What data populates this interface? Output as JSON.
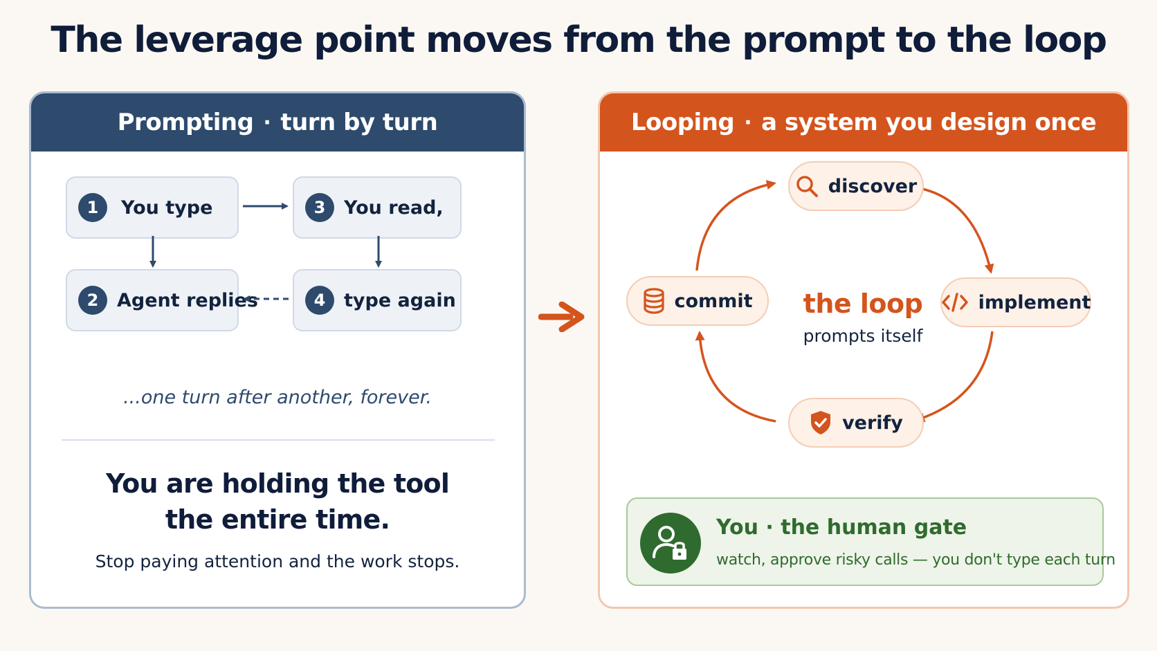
{
  "title": "The leverage point moves from the prompt to the loop",
  "left_panel": {
    "header_main": "Prompting",
    "header_sep": "·",
    "header_sub": "turn by turn",
    "steps": [
      {
        "num": "1",
        "label": "You type"
      },
      {
        "num": "2",
        "label": "Agent replies"
      },
      {
        "num": "3",
        "label": "You read,"
      },
      {
        "num": "4",
        "label": "type again"
      }
    ],
    "tagline": "...one turn after another, forever.",
    "hold_line1": "You are holding the tool",
    "hold_line2": "the entire time.",
    "stop": "Stop paying attention and the work stops."
  },
  "right_panel": {
    "header_main": "Looping",
    "header_sep": "·",
    "header_sub": "a system you design once",
    "nodes": {
      "discover": "discover",
      "implement": "implement",
      "verify": "verify",
      "commit": "commit"
    },
    "center_title": "the loop",
    "center_sub": "prompts itself",
    "gate_title": "You · the human gate",
    "gate_desc": "watch, approve risky calls — you don't type each turn"
  },
  "colors": {
    "navy": "#2e4a6d",
    "orange": "#d4541d",
    "green": "#2f6b2e"
  },
  "icons": [
    "search-icon",
    "code-icon",
    "shield-check-icon",
    "database-icon",
    "user-lock-icon",
    "arrow-right-icon"
  ]
}
